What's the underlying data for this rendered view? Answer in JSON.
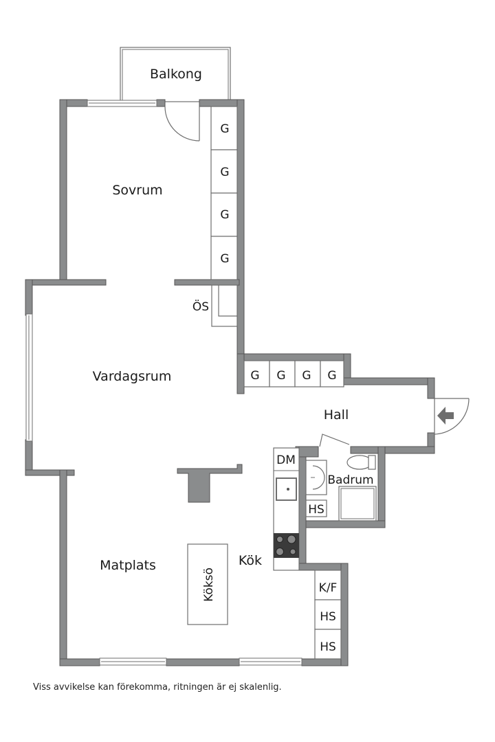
{
  "rooms": {
    "balkong": "Balkong",
    "sovrum": "Sovrum",
    "vardagsrum": "Vardagsrum",
    "hall": "Hall",
    "badrum": "Badrum",
    "matplats": "Matplats",
    "kok": "Kök",
    "kokso": "Köksö"
  },
  "fixtures": {
    "os": "ÖS",
    "dm": "DM",
    "hs_bath": "HS",
    "kf": "K/F",
    "hs_1": "HS",
    "hs_2": "HS",
    "wardrobe_label": "G",
    "sovrum_wardrobes": [
      "G",
      "G",
      "G",
      "G"
    ],
    "hall_wardrobes": [
      "G",
      "G",
      "G",
      "G"
    ]
  },
  "entrance_icon": "entrance-arrow-icon",
  "colors": {
    "wall": "#8a8c8d",
    "line": "#6e6e6e",
    "text": "#1a1a1a"
  },
  "disclaimer": "Viss avvikelse kan förekomma, ritningen är ej skalenlig."
}
